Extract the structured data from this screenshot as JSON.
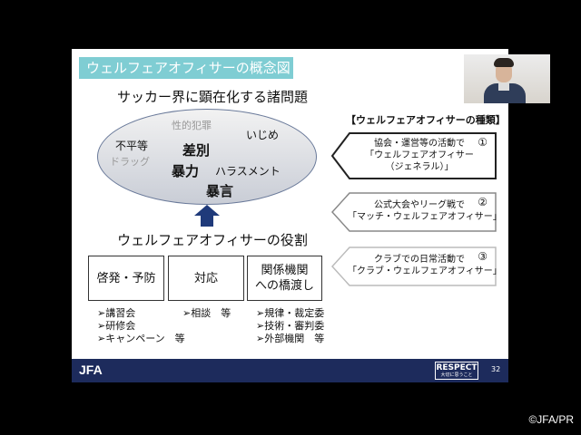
{
  "slide": {
    "title": "ウェルフェアオフィサーの概念図",
    "issues_heading": "サッカー界に顕在化する諸問題",
    "issues": {
      "sexual_crime": "性的犯罪",
      "bullying": "いじめ",
      "unfairness": "不平等",
      "discrimination": "差別",
      "drugs": "ドラッグ",
      "violence": "暴力",
      "harassment": "ハラスメント",
      "abusive_words": "暴言"
    },
    "role_heading": "ウェルフェアオフィサーの役割",
    "roles": [
      {
        "label": "啓発・予防",
        "items": [
          "➢講習会",
          "➢研修会",
          "➢キャンペーン　等"
        ]
      },
      {
        "label": "対応",
        "items": [
          "➢相談　等"
        ]
      },
      {
        "label": "関係機関\nへの橋渡し",
        "items": [
          "➢規律・裁定委",
          "➢技術・審判委",
          "➢外部機関　等"
        ]
      }
    ],
    "types_heading": "【ウェルフェアオフィサーの種類】",
    "types": [
      {
        "number": "①",
        "line1": "協会・運営等の活動で",
        "line2": "「ウェルフェアオフィサー",
        "line3": "（ジェネラル）」",
        "color": "#222222"
      },
      {
        "number": "②",
        "line1": "公式大会やリーグ戦で",
        "line2": "「マッチ・ウェルフェアオフィサー」",
        "line3": "",
        "color": "#888888"
      },
      {
        "number": "③",
        "line1": "クラブでの日常活動で",
        "line2": "「クラブ・ウェルフェアオフィサー」",
        "line3": "",
        "color": "#bbbbbb"
      }
    ],
    "footer": {
      "logo": "JFA",
      "respect": "RESPECT",
      "respect_sub": "大切に思うこと",
      "page": "32"
    }
  },
  "credit": "©JFA/PR",
  "colors": {
    "banner": "#7fcdd3",
    "footer": "#1d2b5c",
    "arrow": "#1f3a7a"
  }
}
